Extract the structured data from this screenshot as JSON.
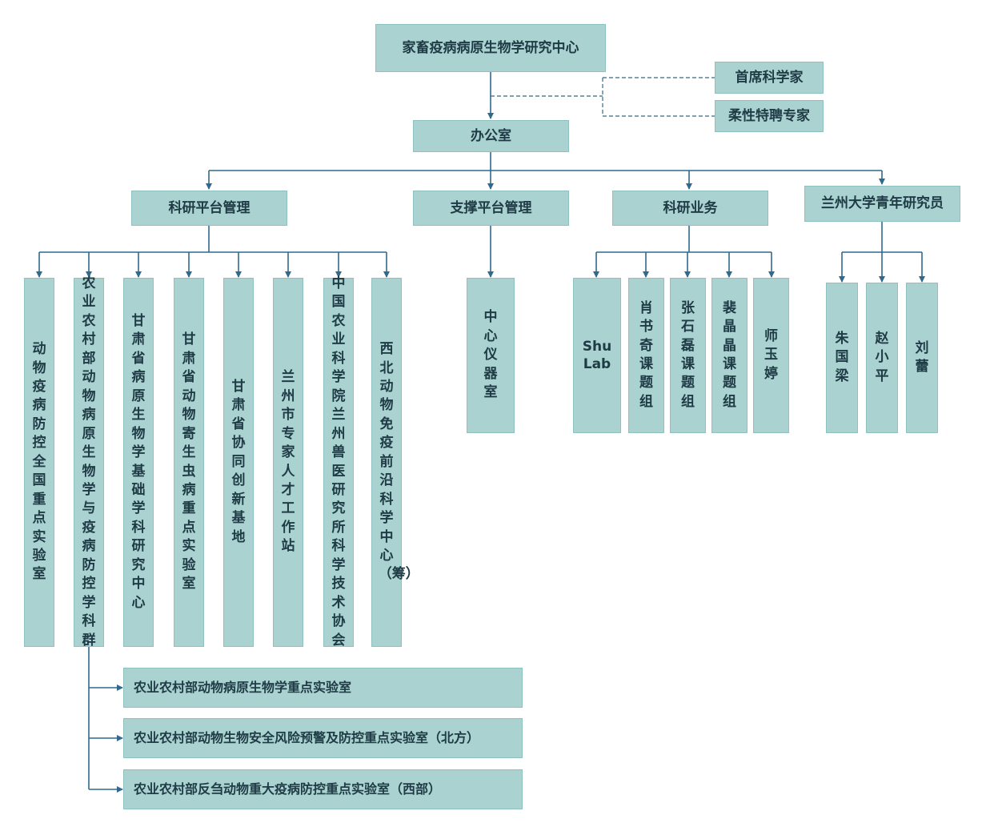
{
  "nodes": {
    "root": "家畜疫病病原生物学研究中心",
    "chief_scientist": "首席科学家",
    "flexible_experts": "柔性特聘专家",
    "office": "办公室",
    "research_platform": "科研平台管理",
    "support_platform": "支撑平台管理",
    "research_business": "科研业务",
    "lzu_young": "兰州大学青年研究员",
    "rp_items": [
      "动物疫病防控全国重点实验室",
      "农业农村部动物病原生物学与疫病防控学科群",
      "甘肃省病原生物学基础学科研究中心",
      "甘肃省动物寄生虫病重点实验室",
      "甘肃省协同创新基地",
      "兰州市专家人才工作站",
      "中国农业科学院兰州兽医研究所科学技术协会",
      "西北动物免疫前沿科学中心（筹）"
    ],
    "support_items": [
      "中心仪器室"
    ],
    "business_items": [
      "Shu Lab",
      "肖书奇课题组",
      "张石磊课题组",
      "裴晶晶课题组",
      "师玉婷"
    ],
    "lzu_items": [
      "朱国梁",
      "赵小平",
      "刘蕾"
    ],
    "subgroup_items": [
      "农业农村部动物病原生物学重点实验室",
      "农业农村部动物生物安全风险预警及防控重点实验室（北方）",
      "农业农村部反刍动物重大疫病防控重点实验室（西部）"
    ]
  },
  "colors": {
    "box_fill": "#a9d2d0",
    "box_border": "#8ec1bf",
    "line": "#2f6a8c",
    "text": "#1f3b45"
  }
}
